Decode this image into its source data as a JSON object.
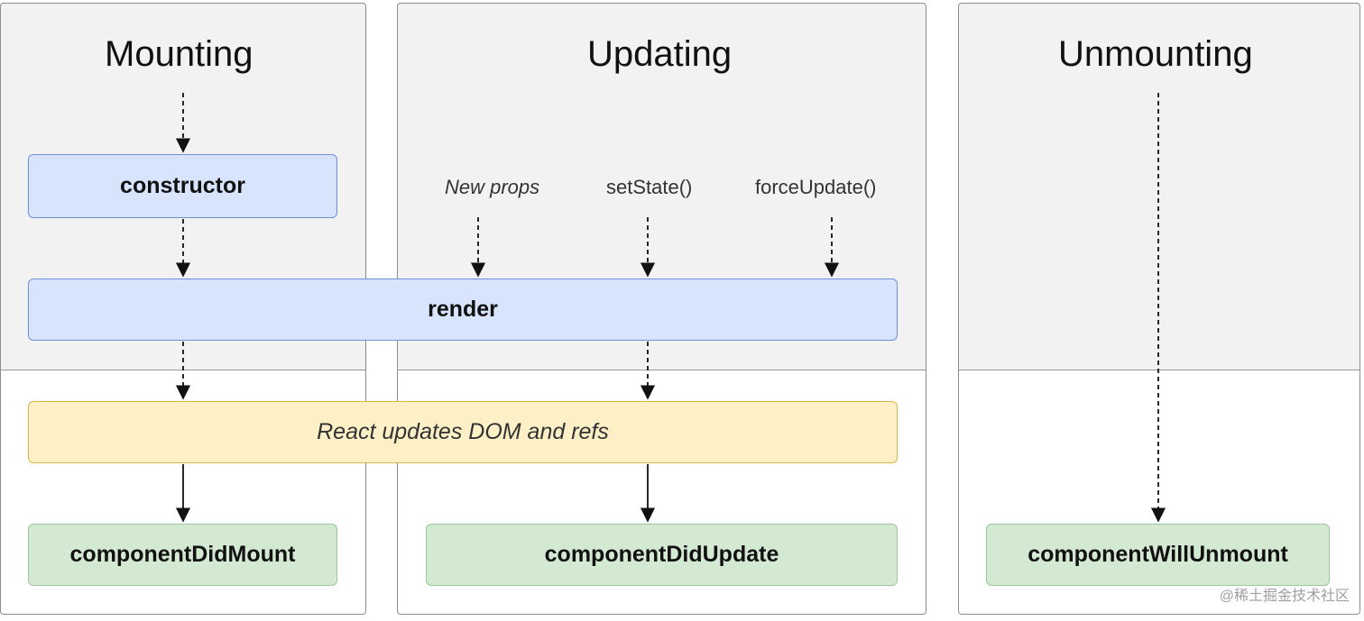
{
  "phases": {
    "mounting": "Mounting",
    "updating": "Updating",
    "unmounting": "Unmounting"
  },
  "nodes": {
    "constructor": "constructor",
    "render": "render",
    "dom_update": "React updates DOM and refs",
    "did_mount": "componentDidMount",
    "did_update": "componentDidUpdate",
    "will_unmount": "componentWillUnmount"
  },
  "triggers": {
    "new_props": "New props",
    "set_state": "setState()",
    "force_update": "forceUpdate()"
  },
  "watermark": "@稀土掘金技术社区",
  "colors": {
    "phase_top_bg": "#f2f2f2",
    "method_box": "#d7e4fb",
    "dom_box": "#fdf0c6",
    "lifecycle_end_box": "#d4e9d2"
  }
}
